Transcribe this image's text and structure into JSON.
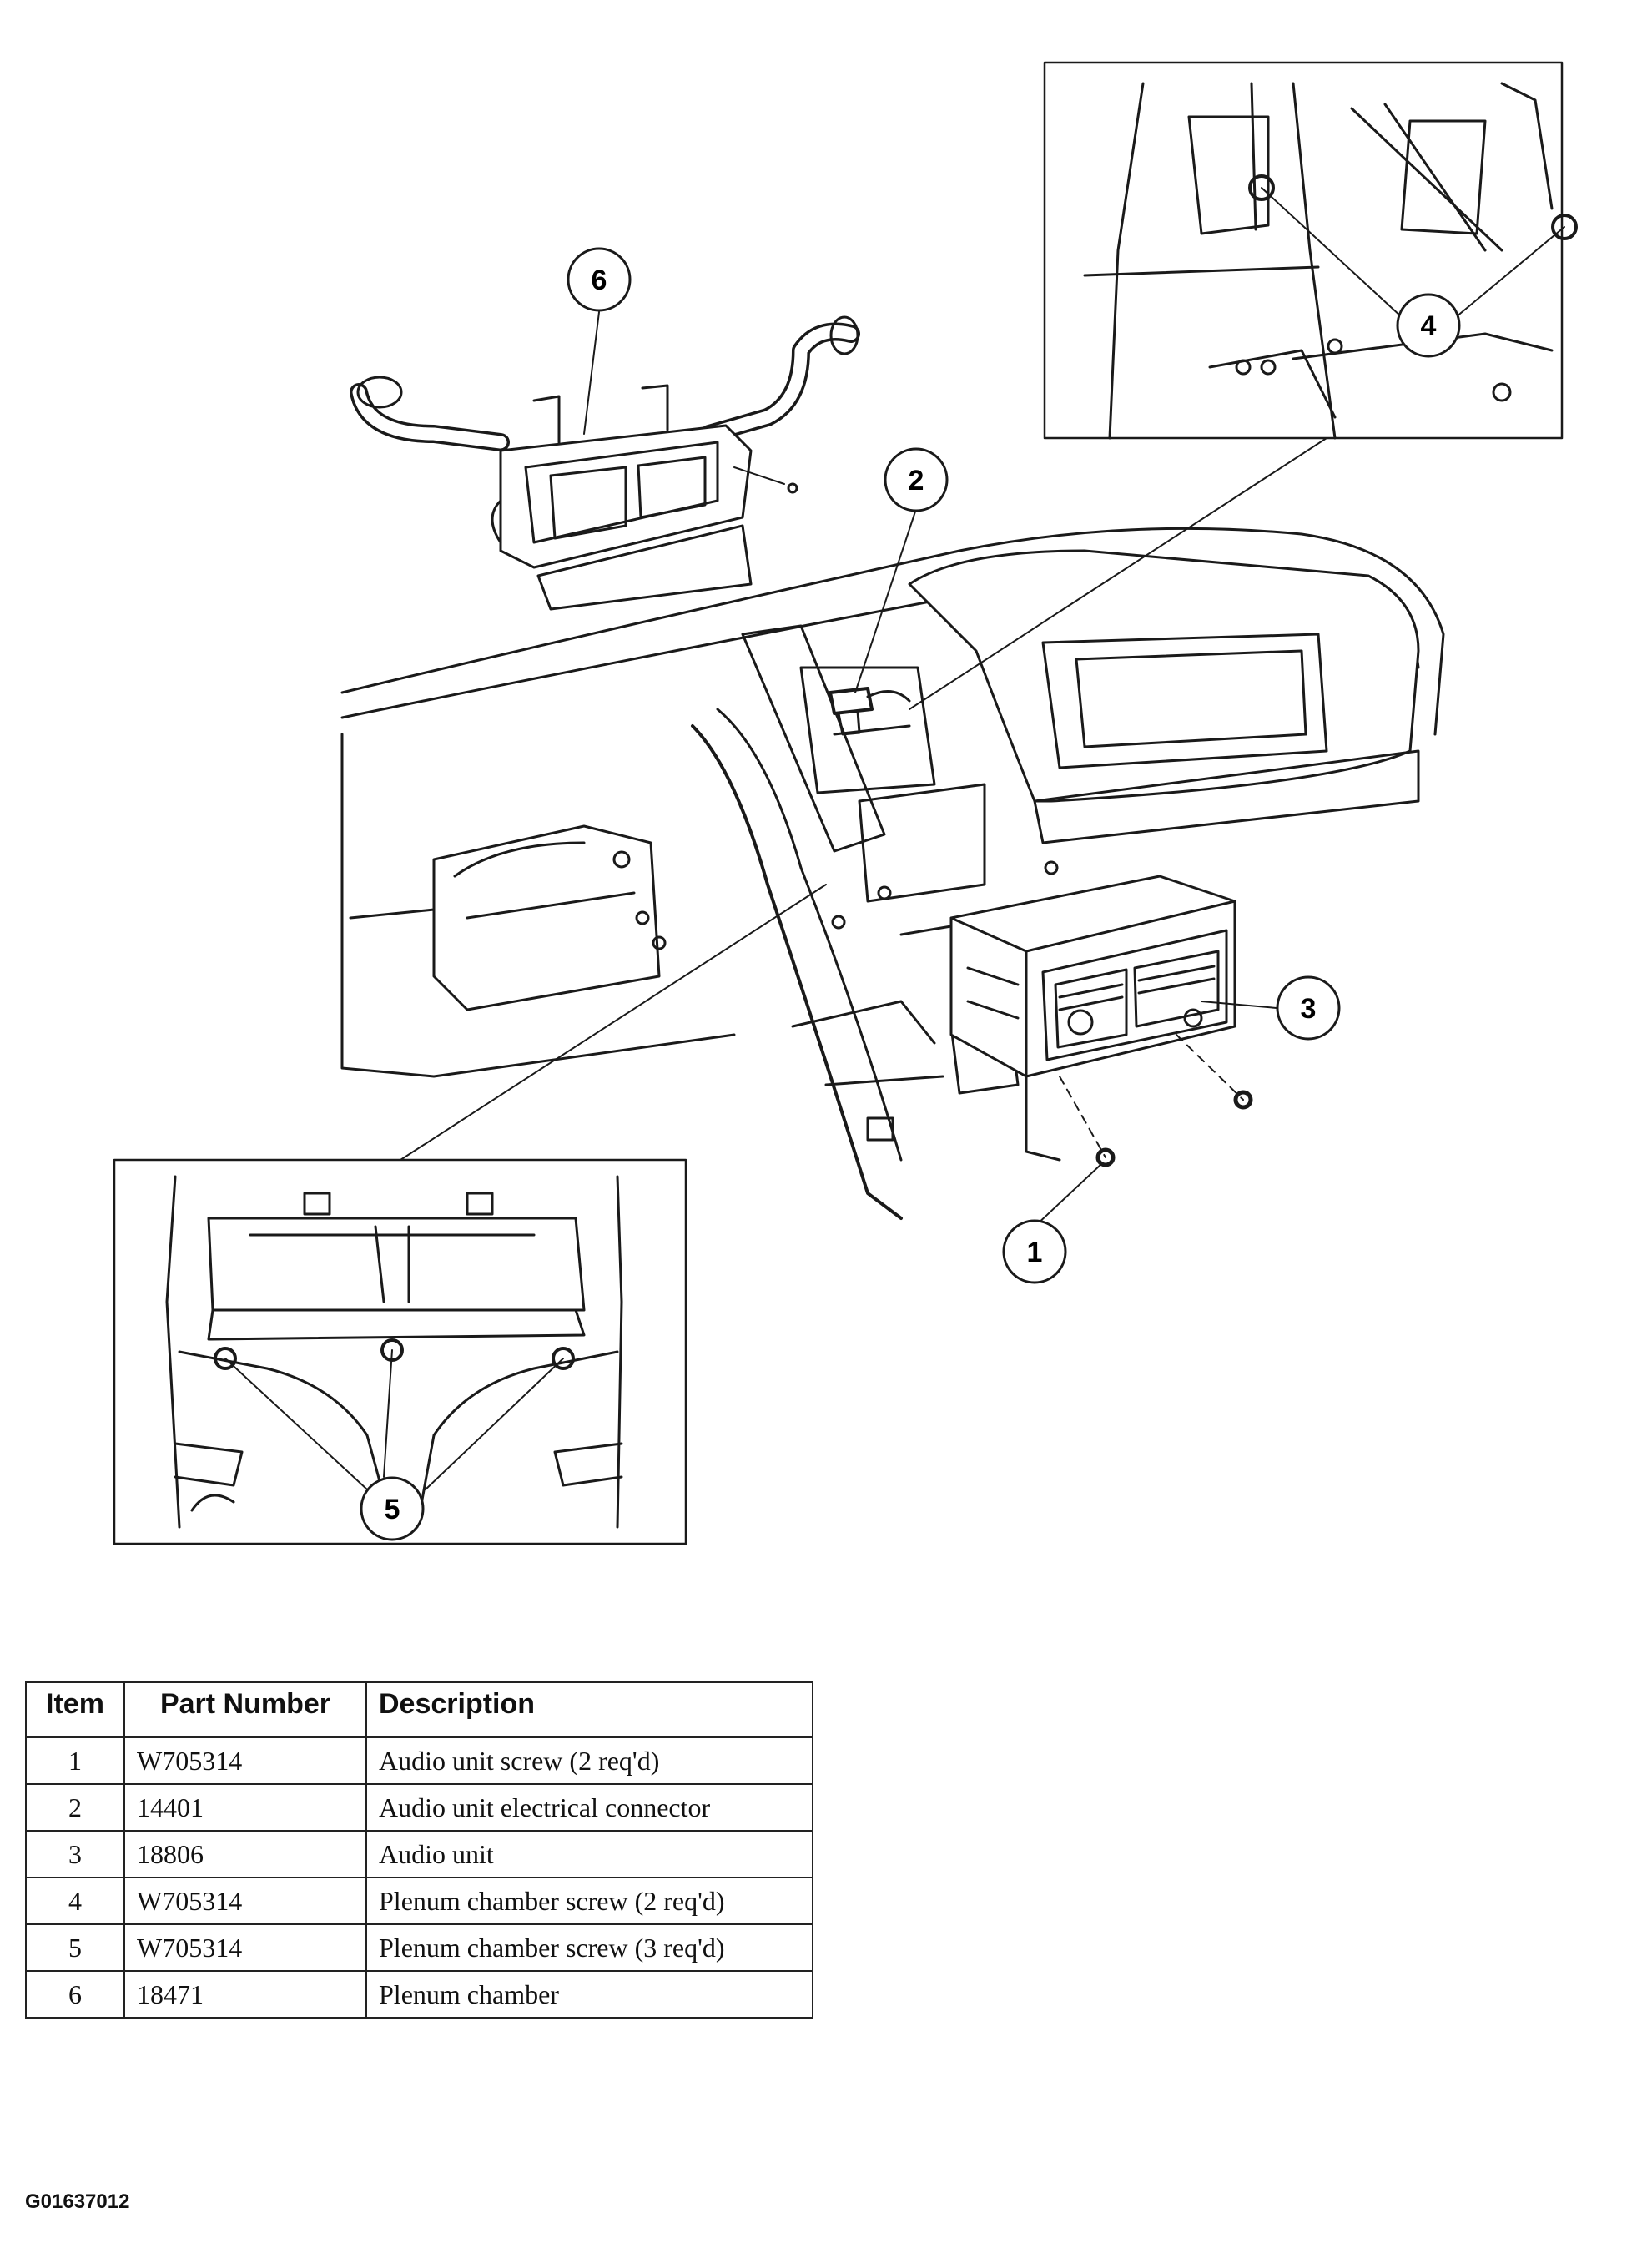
{
  "callouts": [
    "1",
    "2",
    "3",
    "4",
    "5",
    "6"
  ],
  "table": {
    "headers": [
      "Item",
      "Part Number",
      "Description"
    ],
    "rows": [
      {
        "item": "1",
        "part": "W705314",
        "desc": "Audio unit screw (2 req'd)"
      },
      {
        "item": "2",
        "part": "14401",
        "desc": "Audio unit electrical connector"
      },
      {
        "item": "3",
        "part": "18806",
        "desc": "Audio unit"
      },
      {
        "item": "4",
        "part": "W705314",
        "desc": "Plenum chamber screw (2 req'd)"
      },
      {
        "item": "5",
        "part": "W705314",
        "desc": "Plenum chamber screw (3 req'd)"
      },
      {
        "item": "6",
        "part": "18471",
        "desc": "Plenum chamber"
      }
    ]
  },
  "figure_id": "G01637012",
  "colors": {
    "line": "#1a1a1a",
    "paper": "#ffffff"
  }
}
